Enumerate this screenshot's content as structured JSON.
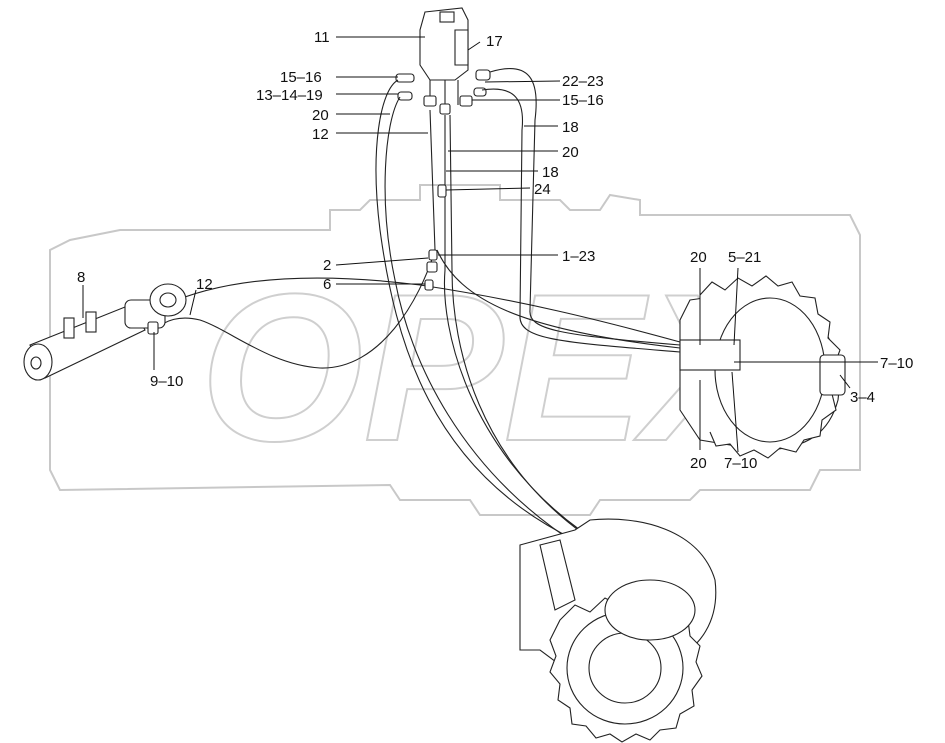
{
  "diagram": {
    "watermark": "OPEX",
    "callouts": [
      {
        "id": "c11",
        "text": "11"
      },
      {
        "id": "c17",
        "text": "17"
      },
      {
        "id": "c15_16a",
        "text": "15–16"
      },
      {
        "id": "c22_23",
        "text": "22–23"
      },
      {
        "id": "c13_14_19",
        "text": "13–14–19"
      },
      {
        "id": "c15_16b",
        "text": "15–16"
      },
      {
        "id": "c20a",
        "text": "20"
      },
      {
        "id": "c18a",
        "text": "18"
      },
      {
        "id": "c12a",
        "text": "12"
      },
      {
        "id": "c20b",
        "text": "20"
      },
      {
        "id": "c18b",
        "text": "18"
      },
      {
        "id": "c24",
        "text": "24"
      },
      {
        "id": "c2",
        "text": "2"
      },
      {
        "id": "c1_23",
        "text": "1–23"
      },
      {
        "id": "c6",
        "text": "6"
      },
      {
        "id": "c8",
        "text": "8"
      },
      {
        "id": "c12b",
        "text": "12"
      },
      {
        "id": "c20c",
        "text": "20"
      },
      {
        "id": "c5_21",
        "text": "5–21"
      },
      {
        "id": "c7_10a",
        "text": "7–10"
      },
      {
        "id": "c3_4",
        "text": "3–4"
      },
      {
        "id": "c9_10",
        "text": "9–10"
      },
      {
        "id": "c20d",
        "text": "20"
      },
      {
        "id": "c7_10b",
        "text": "7–10"
      }
    ]
  }
}
